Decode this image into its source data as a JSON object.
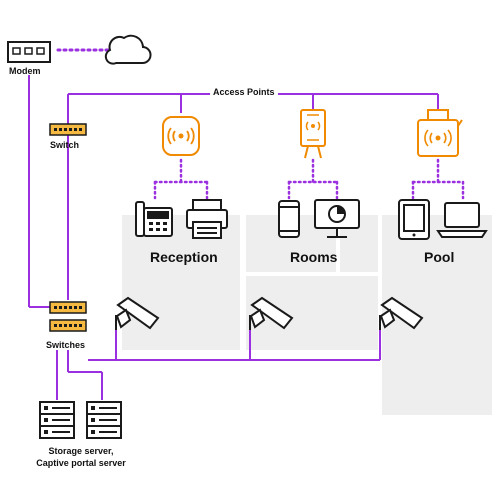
{
  "labels": {
    "modem": "Modem",
    "switch": "Switch",
    "access_points": "Access Points",
    "switches": "Switches",
    "servers_line1": "Storage server,",
    "servers_line2": "Captive portal server",
    "reception": "Reception",
    "rooms": "Rooms",
    "pool": "Pool"
  },
  "colors": {
    "link": "#9b30e0",
    "device_orange": "#f08a00",
    "device_dark": "#1a1a1a",
    "switch_fill": "#f5b942",
    "floor": "#eeeeee"
  },
  "icons": [
    "modem-icon",
    "cloud-icon",
    "switch-icon",
    "access-point-icon",
    "phone-icon",
    "printer-icon",
    "smartphone-icon",
    "monitor-icon",
    "tablet-icon",
    "laptop-icon",
    "security-camera-icon",
    "server-icon"
  ]
}
